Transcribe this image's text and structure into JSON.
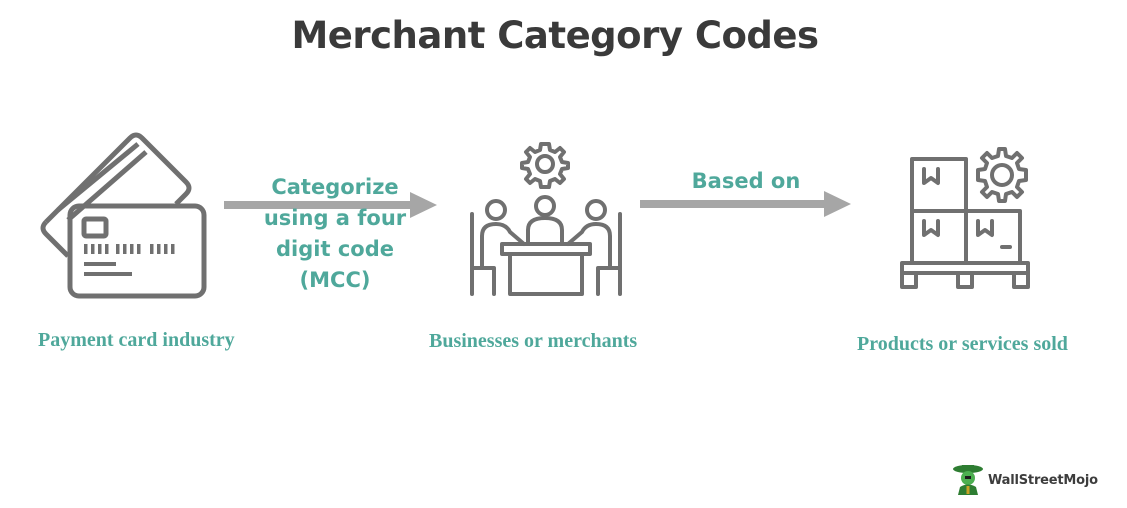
{
  "title": "Merchant Category Codes",
  "nodes": [
    {
      "icon": "credit-card-icon",
      "label": "Payment card industry"
    },
    {
      "icon": "business-meeting-icon",
      "label": "Businesses or merchants"
    },
    {
      "icon": "boxes-pallet-gear-icon",
      "label": "Products or services sold"
    }
  ],
  "edges": [
    {
      "from": "Payment card industry",
      "to": "Businesses or merchants",
      "label_lines": [
        "Categorize",
        "using a four",
        "digit code",
        "(MCC)"
      ]
    },
    {
      "from": "Businesses or merchants",
      "to": "Products or services sold",
      "label_lines": [
        "Based on"
      ]
    }
  ],
  "logo": {
    "text": "WallStreetMojo",
    "icon": "wallstreetmojo-logo-icon"
  },
  "colors": {
    "accent": "#4fa89b",
    "icon_stroke": "#707070",
    "arrow": "#a6a6a6",
    "title": "#3a3a3a"
  }
}
